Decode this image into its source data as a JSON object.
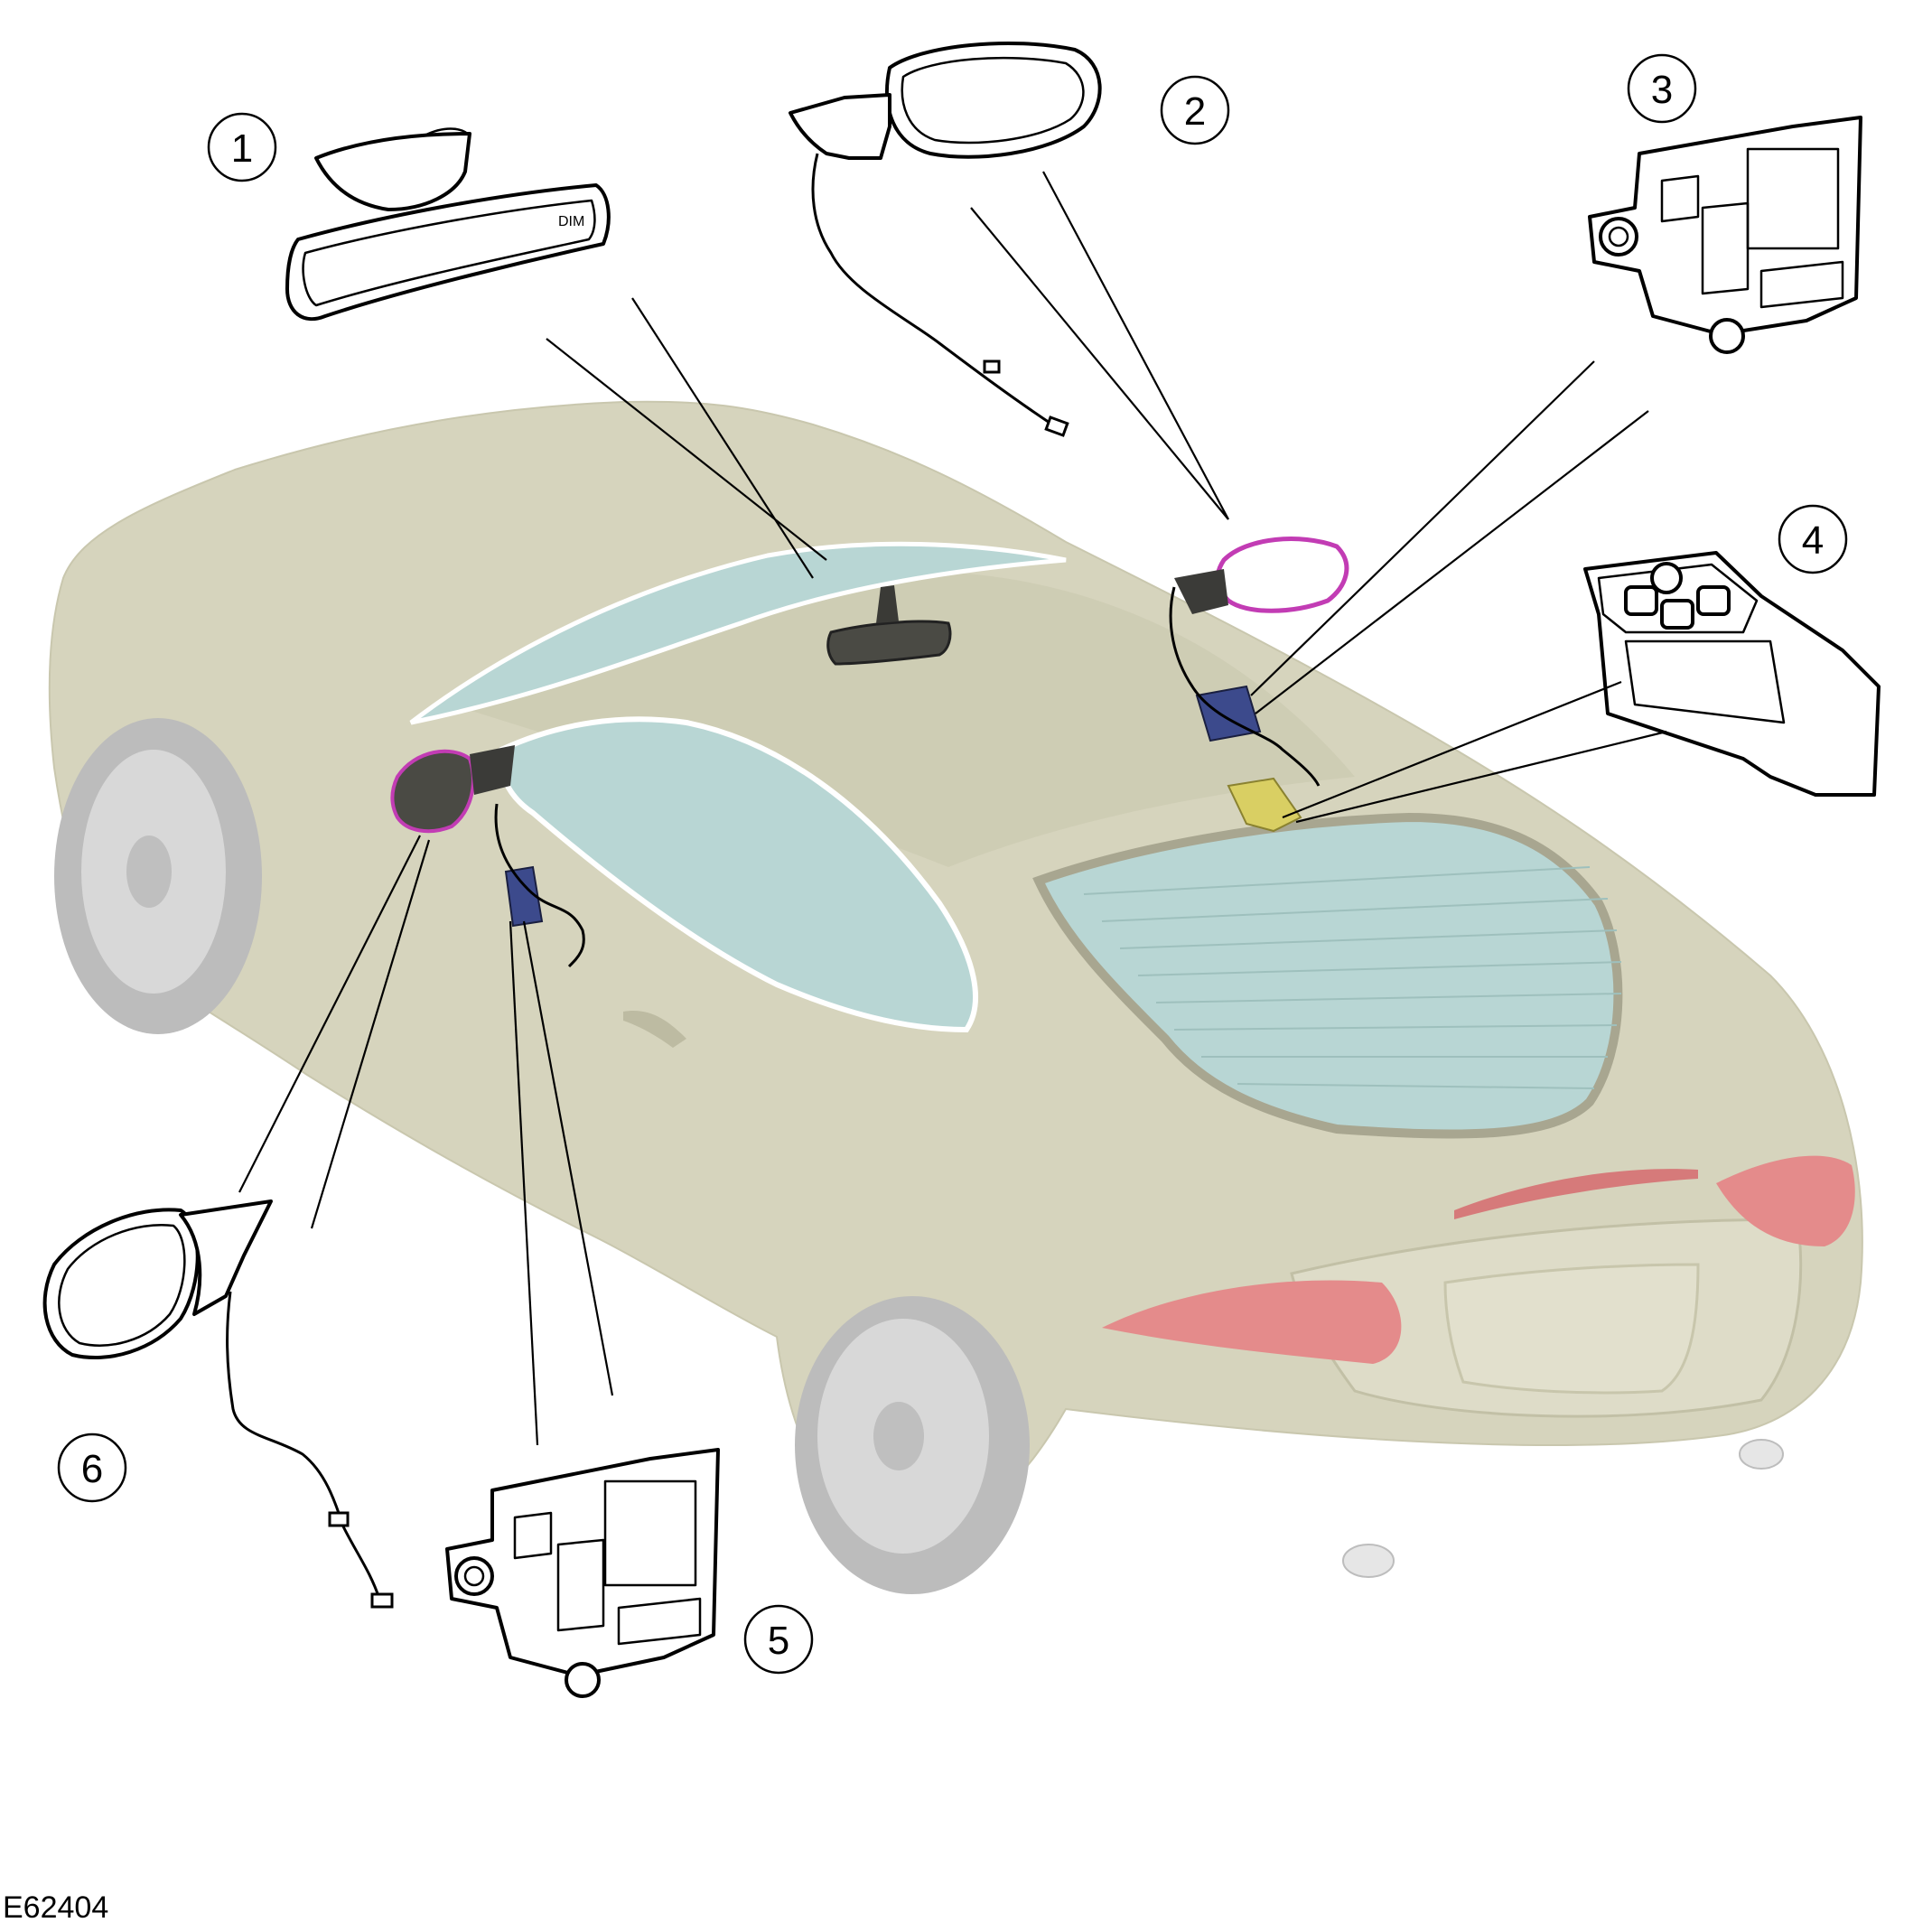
{
  "figure": {
    "reference_code": "E62404",
    "callouts": [
      {
        "id": 1,
        "label": "1"
      },
      {
        "id": 2,
        "label": "2"
      },
      {
        "id": 3,
        "label": "3"
      },
      {
        "id": 4,
        "label": "4"
      },
      {
        "id": 5,
        "label": "5"
      },
      {
        "id": 6,
        "label": "6"
      }
    ]
  },
  "colors": {
    "car_body": "#d6d4bd",
    "car_body_shade": "#bfbca2",
    "glass": "#b8d6d4",
    "tail_light": "#e48b8b",
    "module_blue": "#3c4a8c",
    "switch_yellow": "#d9cf63",
    "mirror_trim": "#c23cb4",
    "tire": "#cfcfcf"
  }
}
